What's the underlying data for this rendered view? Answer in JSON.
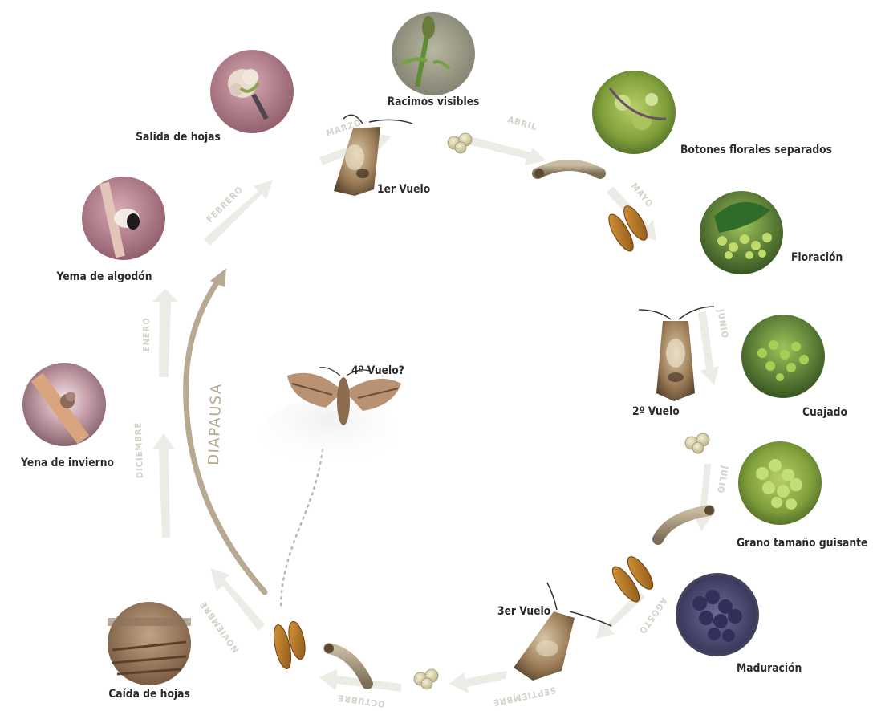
{
  "stages": [
    {
      "id": "racimos",
      "label": "Racimos visibles"
    },
    {
      "id": "salida",
      "label": "Salida de hojas"
    },
    {
      "id": "botones",
      "label": "Botones florales separados"
    },
    {
      "id": "yema-algodon",
      "label": "Yema de algodón"
    },
    {
      "id": "floracion",
      "label": "Floración"
    },
    {
      "id": "cuajado",
      "label": "Cuajado"
    },
    {
      "id": "yena-invierno",
      "label": "Yena de invierno"
    },
    {
      "id": "guisante",
      "label": "Grano tamaño guisante"
    },
    {
      "id": "maduracion",
      "label": "Maduración"
    },
    {
      "id": "caida",
      "label": "Caída de hojas"
    }
  ],
  "flights": {
    "first": "1er Vuelo",
    "second": "2º Vuelo",
    "third": "3er Vuelo",
    "fourth": "4ª Vuelo?"
  },
  "months": [
    "ENERO",
    "FEBRERO",
    "MARZO",
    "ABRIL",
    "MAYO",
    "JUNIO",
    "JULIO",
    "AGOSTO",
    "SEPTIEMBRE",
    "OCTUBRE",
    "NOVIEMBRE",
    "DICIEMBRE"
  ],
  "diapause_label": "DIAPAUSA",
  "colors": {
    "arrow": "#ecebe5",
    "diapause_arrow": "#b8aa92",
    "label_text": "#2a2a2a",
    "month_text": "#d4d2c8"
  }
}
